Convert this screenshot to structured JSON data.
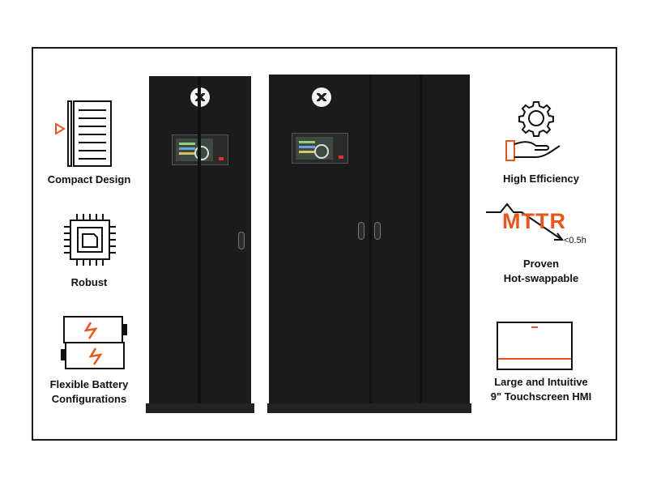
{
  "features": {
    "compact": "Compact Design",
    "robust": "Robust",
    "battery": "Flexible Battery\nConfigurations",
    "efficiency": "High Efficiency",
    "mttr_big": "MTTR",
    "mttr_small": "<0.5h",
    "hotswap": "Proven\nHot-swappable",
    "hmi": "Large and Intuitive\n9\" Touchscreen HMI"
  },
  "colors": {
    "accent": "#e8561f",
    "cabinet": "#1b1b1b",
    "border": "#1a1a1a"
  },
  "icons": [
    "document-icon",
    "chip-icon",
    "battery-icon",
    "gear-hand-icon",
    "mttr-graph-icon",
    "touchscreen-icon",
    "brand-logo-icon"
  ]
}
